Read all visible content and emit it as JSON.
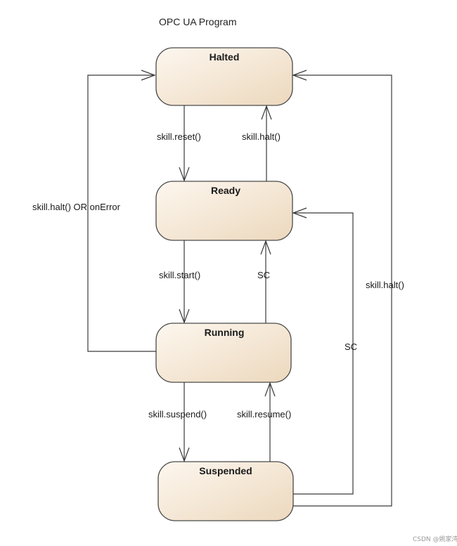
{
  "title": "OPC UA Program",
  "states": {
    "halted": "Halted",
    "ready": "Ready",
    "running": "Running",
    "suspended": "Suspended"
  },
  "transitions": {
    "halted_to_ready": "skill.reset()",
    "ready_to_halted": "skill.halt()",
    "running_to_halted": "skill.halt() OR onError",
    "ready_to_running": "skill.start()",
    "running_to_ready": "SC",
    "running_to_suspended": "skill.suspend()",
    "suspended_to_running": "skill.resume()",
    "suspended_to_ready": "SC",
    "suspended_to_halted": "skill.halt()"
  },
  "watermark": "CSDN @姚家湾"
}
